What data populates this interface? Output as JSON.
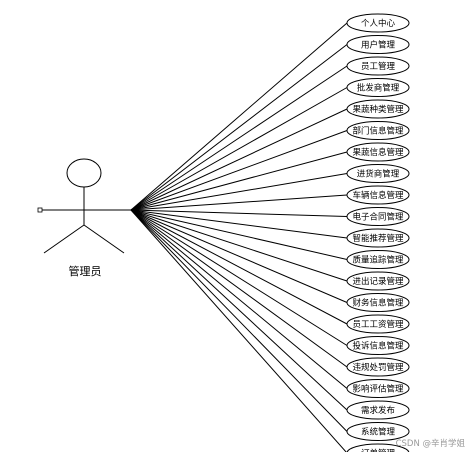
{
  "actor": {
    "label": "管理员"
  },
  "use_cases": [
    "个人中心",
    "用户管理",
    "员工管理",
    "批发商管理",
    "果蔬种类管理",
    "部门信息管理",
    "果蔬信息管理",
    "进货商管理",
    "车辆信息管理",
    "电子合同管理",
    "智能推荐管理",
    "质量追踪管理",
    "进出记录管理",
    "财务信息管理",
    "员工工资管理",
    "投诉信息管理",
    "违规处罚管理",
    "影响评估管理",
    "需求发布",
    "系统管理",
    "订单管理"
  ],
  "watermark": "CSDN @辛肖学姐",
  "colors": {
    "line": "#000000",
    "background": "#ffffff",
    "watermark": "#9a9a9a"
  }
}
